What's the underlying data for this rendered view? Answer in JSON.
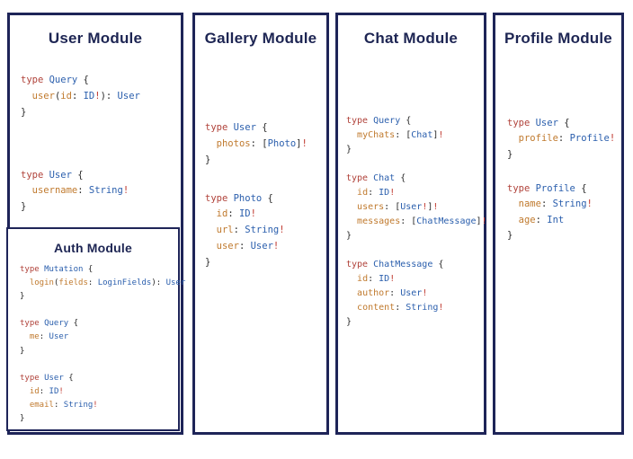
{
  "colors": {
    "background": "#ffffff",
    "border": "#1e2458",
    "title_text": "#1d2553",
    "syntax": {
      "keyword": "#b0423a",
      "type": "#2b5fad",
      "field": "#c07a2e",
      "punct": "#2b2b2b",
      "bang": "#c0392f"
    }
  },
  "modules": [
    {
      "id": "user",
      "title": "User Module",
      "blocks": [
        [
          [
            [
              "k",
              "type "
            ],
            [
              "t",
              "Query "
            ],
            [
              "p",
              "{"
            ]
          ],
          [
            [
              "p",
              "  "
            ],
            [
              "f",
              "user"
            ],
            [
              "p",
              "("
            ],
            [
              "f",
              "id"
            ],
            [
              "p",
              ": "
            ],
            [
              "t",
              "ID"
            ],
            [
              "b",
              "!"
            ],
            [
              "p",
              "): "
            ],
            [
              "t",
              "User"
            ]
          ],
          [
            [
              "p",
              "}"
            ]
          ]
        ],
        [
          [
            [
              "k",
              "type "
            ],
            [
              "t",
              "User "
            ],
            [
              "p",
              "{"
            ]
          ],
          [
            [
              "p",
              "  "
            ],
            [
              "f",
              "username"
            ],
            [
              "p",
              ": "
            ],
            [
              "t",
              "String"
            ],
            [
              "b",
              "!"
            ]
          ],
          [
            [
              "p",
              "}"
            ]
          ]
        ]
      ]
    },
    {
      "id": "gallery",
      "title": "Gallery Module",
      "blocks": [
        [
          [
            [
              "k",
              "type "
            ],
            [
              "t",
              "User "
            ],
            [
              "p",
              "{"
            ]
          ],
          [
            [
              "p",
              "  "
            ],
            [
              "f",
              "photos"
            ],
            [
              "p",
              ": ["
            ],
            [
              "t",
              "Photo"
            ],
            [
              "p",
              "]"
            ],
            [
              "b",
              "!"
            ]
          ],
          [
            [
              "p",
              "}"
            ]
          ]
        ],
        [
          [
            [
              "k",
              "type "
            ],
            [
              "t",
              "Photo "
            ],
            [
              "p",
              "{"
            ]
          ],
          [
            [
              "p",
              "  "
            ],
            [
              "f",
              "id"
            ],
            [
              "p",
              ": "
            ],
            [
              "t",
              "ID"
            ],
            [
              "b",
              "!"
            ]
          ],
          [
            [
              "p",
              "  "
            ],
            [
              "f",
              "url"
            ],
            [
              "p",
              ": "
            ],
            [
              "t",
              "String"
            ],
            [
              "b",
              "!"
            ]
          ],
          [
            [
              "p",
              "  "
            ],
            [
              "f",
              "user"
            ],
            [
              "p",
              ": "
            ],
            [
              "t",
              "User"
            ],
            [
              "b",
              "!"
            ]
          ],
          [
            [
              "p",
              "}"
            ]
          ]
        ]
      ]
    },
    {
      "id": "chat",
      "title": "Chat Module",
      "blocks": [
        [
          [
            [
              "k",
              "type "
            ],
            [
              "t",
              "Query "
            ],
            [
              "p",
              "{"
            ]
          ],
          [
            [
              "p",
              "  "
            ],
            [
              "f",
              "myChats"
            ],
            [
              "p",
              ": ["
            ],
            [
              "t",
              "Chat"
            ],
            [
              "p",
              "]"
            ],
            [
              "b",
              "!"
            ]
          ],
          [
            [
              "p",
              "}"
            ]
          ]
        ],
        [
          [
            [
              "k",
              "type "
            ],
            [
              "t",
              "Chat "
            ],
            [
              "p",
              "{"
            ]
          ],
          [
            [
              "p",
              "  "
            ],
            [
              "f",
              "id"
            ],
            [
              "p",
              ": "
            ],
            [
              "t",
              "ID"
            ],
            [
              "b",
              "!"
            ]
          ],
          [
            [
              "p",
              "  "
            ],
            [
              "f",
              "users"
            ],
            [
              "p",
              ": ["
            ],
            [
              "t",
              "User"
            ],
            [
              "b",
              "!"
            ],
            [
              "p",
              "]"
            ],
            [
              "b",
              "!"
            ]
          ],
          [
            [
              "p",
              "  "
            ],
            [
              "f",
              "messages"
            ],
            [
              "p",
              ": ["
            ],
            [
              "t",
              "ChatMessage"
            ],
            [
              "p",
              "]"
            ],
            [
              "b",
              "!"
            ]
          ],
          [
            [
              "p",
              "}"
            ]
          ]
        ],
        [
          [
            [
              "k",
              "type "
            ],
            [
              "t",
              "ChatMessage "
            ],
            [
              "p",
              "{"
            ]
          ],
          [
            [
              "p",
              "  "
            ],
            [
              "f",
              "id"
            ],
            [
              "p",
              ": "
            ],
            [
              "t",
              "ID"
            ],
            [
              "b",
              "!"
            ]
          ],
          [
            [
              "p",
              "  "
            ],
            [
              "f",
              "author"
            ],
            [
              "p",
              ": "
            ],
            [
              "t",
              "User"
            ],
            [
              "b",
              "!"
            ]
          ],
          [
            [
              "p",
              "  "
            ],
            [
              "f",
              "content"
            ],
            [
              "p",
              ": "
            ],
            [
              "t",
              "String"
            ],
            [
              "b",
              "!"
            ]
          ],
          [
            [
              "p",
              "}"
            ]
          ]
        ]
      ]
    },
    {
      "id": "profile",
      "title": "Profile Module",
      "blocks": [
        [
          [
            [
              "k",
              "type "
            ],
            [
              "t",
              "User "
            ],
            [
              "p",
              "{"
            ]
          ],
          [
            [
              "p",
              "  "
            ],
            [
              "f",
              "profile"
            ],
            [
              "p",
              ": "
            ],
            [
              "t",
              "Profile"
            ],
            [
              "b",
              "!"
            ]
          ],
          [
            [
              "p",
              "}"
            ]
          ]
        ],
        [
          [
            [
              "k",
              "type "
            ],
            [
              "t",
              "Profile "
            ],
            [
              "p",
              "{"
            ]
          ],
          [
            [
              "p",
              "  "
            ],
            [
              "f",
              "name"
            ],
            [
              "p",
              ": "
            ],
            [
              "t",
              "String"
            ],
            [
              "b",
              "!"
            ]
          ],
          [
            [
              "p",
              "  "
            ],
            [
              "f",
              "age"
            ],
            [
              "p",
              ": "
            ],
            [
              "t",
              "Int"
            ]
          ],
          [
            [
              "p",
              "}"
            ]
          ]
        ]
      ]
    },
    {
      "id": "auth",
      "title": "Auth Module",
      "blocks": [
        [
          [
            [
              "k",
              "type "
            ],
            [
              "t",
              "Mutation "
            ],
            [
              "p",
              "{"
            ]
          ],
          [
            [
              "p",
              "  "
            ],
            [
              "f",
              "login"
            ],
            [
              "p",
              "("
            ],
            [
              "f",
              "fields"
            ],
            [
              "p",
              ": "
            ],
            [
              "t",
              "LoginFields"
            ],
            [
              "p",
              "): "
            ],
            [
              "t",
              "User"
            ]
          ],
          [
            [
              "p",
              "}"
            ]
          ]
        ],
        [
          [
            [
              "k",
              "type "
            ],
            [
              "t",
              "Query "
            ],
            [
              "p",
              "{"
            ]
          ],
          [
            [
              "p",
              "  "
            ],
            [
              "f",
              "me"
            ],
            [
              "p",
              ": "
            ],
            [
              "t",
              "User"
            ]
          ],
          [
            [
              "p",
              "}"
            ]
          ]
        ],
        [
          [
            [
              "k",
              "type "
            ],
            [
              "t",
              "User "
            ],
            [
              "p",
              "{"
            ]
          ],
          [
            [
              "p",
              "  "
            ],
            [
              "f",
              "id"
            ],
            [
              "p",
              ": "
            ],
            [
              "t",
              "ID"
            ],
            [
              "b",
              "!"
            ]
          ],
          [
            [
              "p",
              "  "
            ],
            [
              "f",
              "email"
            ],
            [
              "p",
              ": "
            ],
            [
              "t",
              "String"
            ],
            [
              "b",
              "!"
            ]
          ],
          [
            [
              "p",
              "}"
            ]
          ]
        ]
      ]
    }
  ]
}
